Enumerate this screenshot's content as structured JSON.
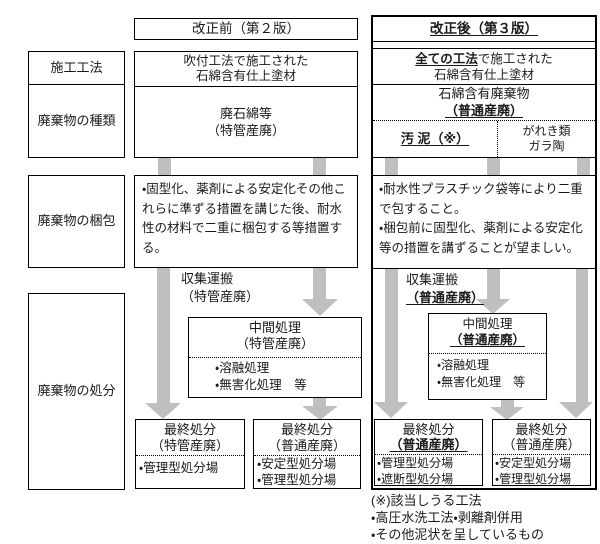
{
  "row_labels": {
    "construction_method": "施工工法",
    "waste_type": "廃棄物の種類",
    "waste_packing": "廃棄物の梱包",
    "waste_disposal": "廃棄物の処分"
  },
  "before": {
    "header": "改正前（第２版）",
    "method": "吹付工法で施工された\n石綿含有仕上塗材",
    "waste_type": "廃石綿等\n（特管産廃）",
    "packing": "・固型化、薬剤による安定化その他これらに準ずる措置を講じた後、耐水性の材料で二重に梱包する等措置する。",
    "collection": "収集運搬\n（特管産廃）",
    "intermediate": {
      "title": "中間処理",
      "subtitle": "（特管産廃）",
      "items": "・溶融処理\n・無害化処理　等"
    },
    "final1": {
      "title": "最終処分",
      "subtitle": "（特管産廃）",
      "items": "・管理型処分場"
    },
    "final2": {
      "title": "最終処分",
      "subtitle": "（普通産廃）",
      "items": "・安定型処分場\n・管理型処分場"
    }
  },
  "after": {
    "header": "改正後（第３版）",
    "method_em": "全ての工法",
    "method_rest": "で施工された",
    "method_line2": "石綿含有仕上塗材",
    "waste_type_line1": "石綿含有廃棄物",
    "waste_type_line2": "（普通産廃）",
    "split_left": "汚 泥（※）",
    "split_right": "がれき類\nガラ陶",
    "packing": "・耐水性プラスチック袋等により二重で包すること。\n・梱包前に固型化、薬剤による安定化等の措置を講ずることが望ましい。",
    "collection_line1": "収集運搬",
    "collection_line2": "（普通産廃）",
    "intermediate": {
      "title": "中間処理",
      "subtitle": "（普通産廃）",
      "items": "・溶融処理\n・無害化処理　等"
    },
    "final1": {
      "title": "最終処分",
      "subtitle": "（普通産廃）",
      "items": "・管理型処分場\n・遮断型処分場"
    },
    "final2": {
      "title": "最終処分",
      "subtitle": "（普通産廃）",
      "items": "・安定型処分場\n・管理型処分場"
    }
  },
  "footnote": "(※)該当しうる工法\n・高圧水洗工法・剥離剤併用\n・その他泥状を呈しているもの",
  "colors": {
    "arrow": "#bfbfbf",
    "border": "#000000",
    "background": "#ffffff"
  }
}
